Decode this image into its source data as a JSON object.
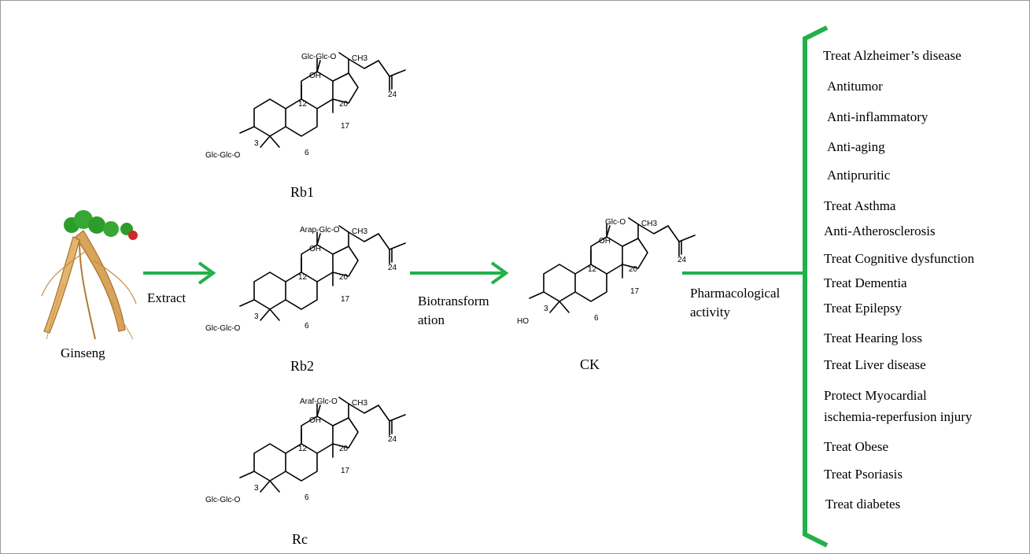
{
  "colors": {
    "arrow": "#22b04b",
    "text": "#000000"
  },
  "labels": {
    "ginseng": "Ginseng",
    "extract": "Extract",
    "biotransformation_line1": "Biotransform",
    "biotransformation_line2": "ation",
    "pharmacological_line1": "Pharmacological",
    "pharmacological_line2": "activity",
    "rb1": "Rb1",
    "rb2": "Rb2",
    "rc": "Rc",
    "ck": "CK"
  },
  "molecules": {
    "rb1": {
      "c20_sugar": "Glc-Glc-O",
      "c3_sugar": "Glc-Glc-O",
      "oh": "OH",
      "ch3": "CH3"
    },
    "rb2": {
      "c20_sugar": "Arap-Glc-O",
      "c3_sugar": "Glc-Glc-O",
      "oh": "OH",
      "ch3": "CH3"
    },
    "rc": {
      "c20_sugar": "Araf-Glc-O",
      "c3_sugar": "Glc-Glc-O",
      "oh": "OH",
      "ch3": "CH3"
    },
    "ck": {
      "c20_sugar": "Glc-O",
      "c3_sugar": "HO",
      "oh": "OH",
      "ch3": "CH3"
    },
    "numbers": {
      "n3": "3",
      "n6": "6",
      "n12": "12",
      "n17": "17",
      "n20": "20",
      "n24": "24"
    }
  },
  "activities": [
    "Treat Alzheimer’s  disease",
    "Antitumor",
    "Anti-inflammatory",
    "Anti-aging",
    "Antipruritic",
    "Treat Asthma",
    "Anti-Atherosclerosis",
    "Treat  Cognitive  dysfunction",
    "Treat Dementia",
    "Treat Epilepsy",
    "Treat  Hearing  loss",
    "Treat Liver disease",
    "Protect Myocardial",
    "ischemia-reperfusion  injury",
    "Treat Obese",
    "Treat Psoriasis",
    "Treat diabetes"
  ]
}
